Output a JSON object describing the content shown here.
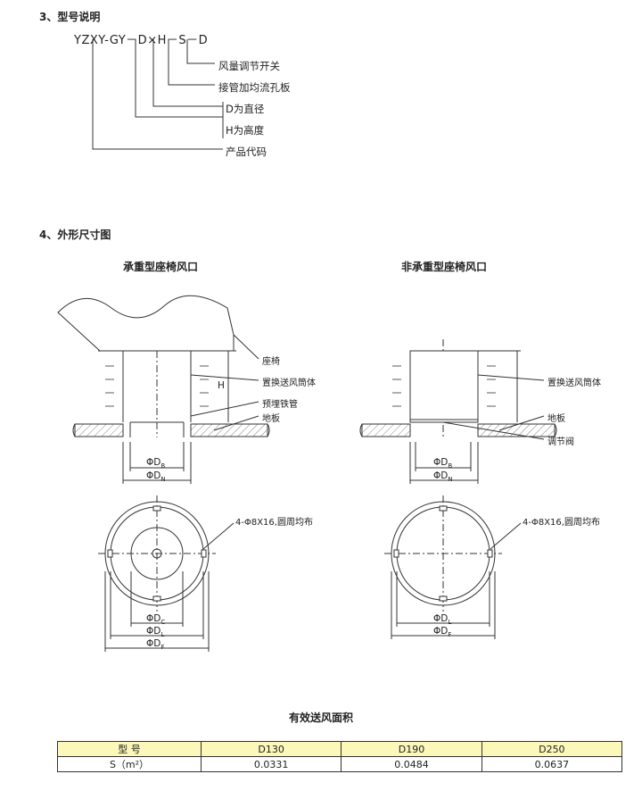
{
  "section3": {
    "title": "3、型号说明",
    "model_code": "YZXY-GY－D×H－S－D",
    "labels": [
      "风量调节开关",
      "接管加均流孔板",
      "D为直径",
      "H为高度",
      "产品代码"
    ]
  },
  "section4": {
    "title": "4、外形尺寸图",
    "left_title": "承重型座椅风口",
    "right_title": "非承重型座椅风口",
    "left_annotations": [
      "座椅",
      "置换送风筒体",
      "预埋铁管",
      "地板",
      "4-Φ8X16,圆周均布"
    ],
    "right_annotations": [
      "置换送风筒体",
      "地板",
      "调节阀",
      "4-Φ8X16,圆周均布"
    ],
    "dims": {
      "phi": "ΦD",
      "B": "B",
      "N": "N",
      "C": "C",
      "L": "L",
      "F": "F",
      "H": "H"
    }
  },
  "table": {
    "title": "有效送风面积",
    "headers": [
      "型  号",
      "D130",
      "D190",
      "D250"
    ],
    "rows": [
      [
        "S（m²）",
        "0.0331",
        "0.0484",
        "0.0637"
      ]
    ]
  },
  "colors": {
    "header_bg": "#fbf8b9",
    "line": "#333333",
    "hatch": "#555555"
  }
}
